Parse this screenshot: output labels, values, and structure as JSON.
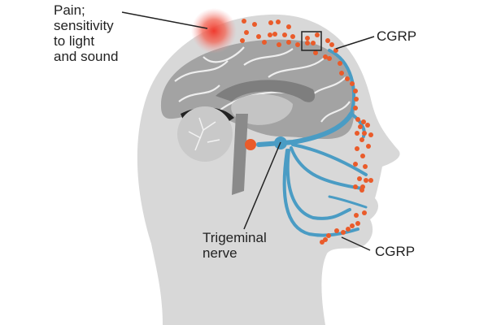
{
  "labels": {
    "pain": [
      "Pain;",
      "sensitivity",
      "to light",
      "and sound"
    ],
    "cgrp_top": "CGRP",
    "trigeminal": [
      "Trigeminal",
      "nerve"
    ],
    "cgrp_bottom": "CGRP"
  },
  "colors": {
    "head": "#d8d8d8",
    "brain": "#a3a3a3",
    "nerve": "#4a9cc4",
    "cgrp_dot": "#ea5b2a",
    "pain_glow": "#f03a2e"
  }
}
